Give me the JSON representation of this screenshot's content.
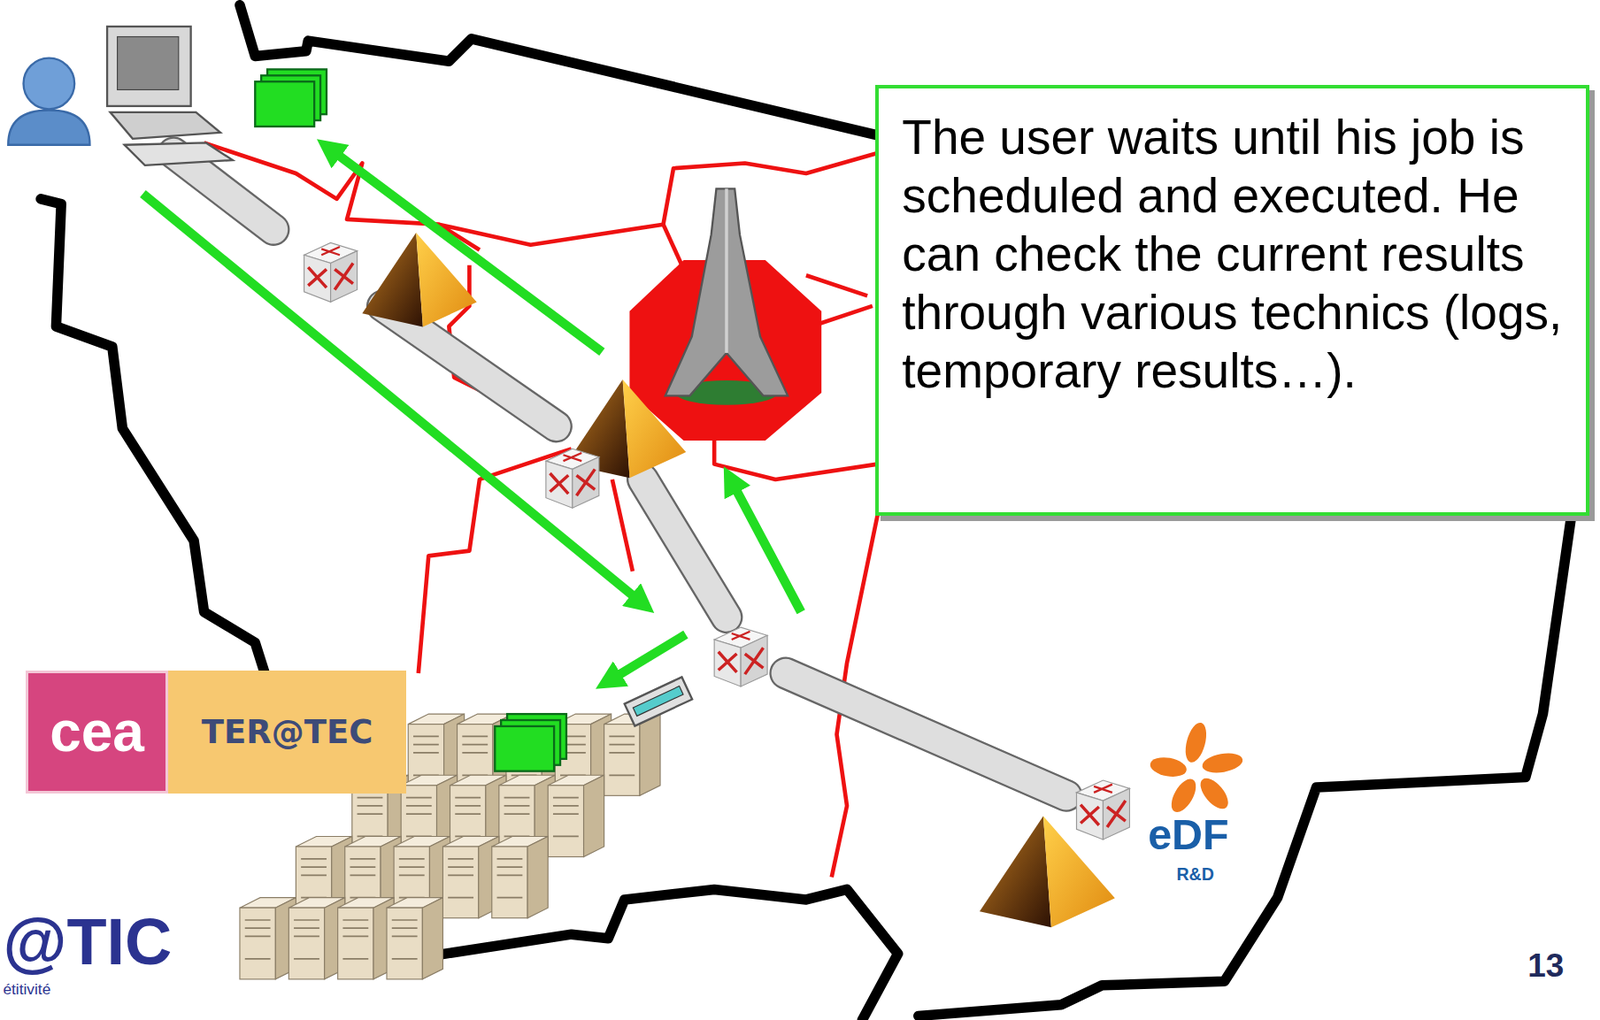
{
  "diagram": {
    "nodes": [
      {
        "text": [
          "The user waits until his job is scheduled and executed. He can check the current results through various technics (logs, temporary results…)."
        ]
      },
      {
        "text": [
          "cea"
        ]
      },
      {
        "text": [
          "TER@TEC"
        ]
      }
    ],
    "labels": [
      "eDF",
      "R&D",
      "@TIC",
      "étitivité",
      "13"
    ]
  }
}
